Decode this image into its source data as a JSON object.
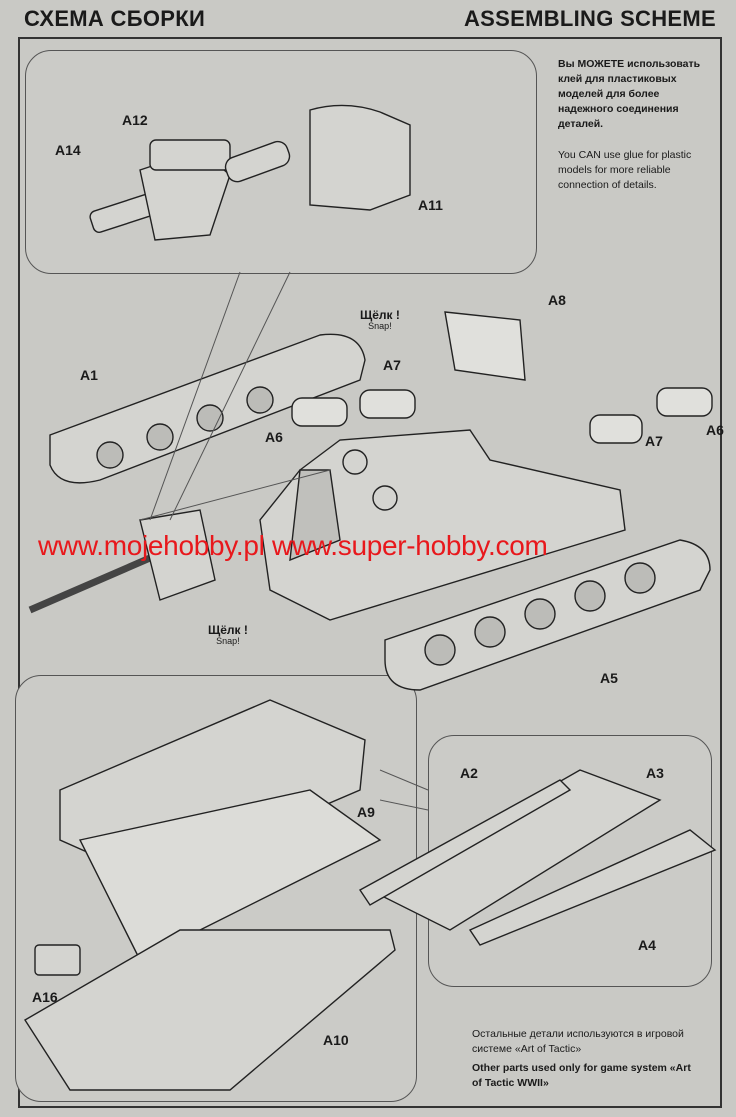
{
  "header": {
    "title_ru": "СХЕМА СБОРКИ",
    "title_en": "ASSEMBLING SCHEME"
  },
  "glue_note": {
    "ru": "Вы МОЖЕТЕ использовать клей для пластиковых моделей для более надежного соединения деталей.",
    "en": "You CAN use glue for plastic models for more reliable connection of details."
  },
  "footer_note": {
    "ru": "Остальные детали используются в игровой системе «Art of Tactic»",
    "en": "Other parts used only for game system «Art of Tactic WWII»"
  },
  "watermark": "www.mojehobby.pl www.super-hobby.com",
  "snap": {
    "ru": "Щёлк !",
    "en": "Snap!"
  },
  "parts": {
    "A1": "A1",
    "A2": "A2",
    "A3": "A3",
    "A4": "A4",
    "A5": "A5",
    "A6": "A6",
    "A7": "A7",
    "A8": "A8",
    "A9": "A9",
    "A10": "A10",
    "A11": "A11",
    "A12": "A12",
    "A14": "A14",
    "A16": "A16"
  }
}
